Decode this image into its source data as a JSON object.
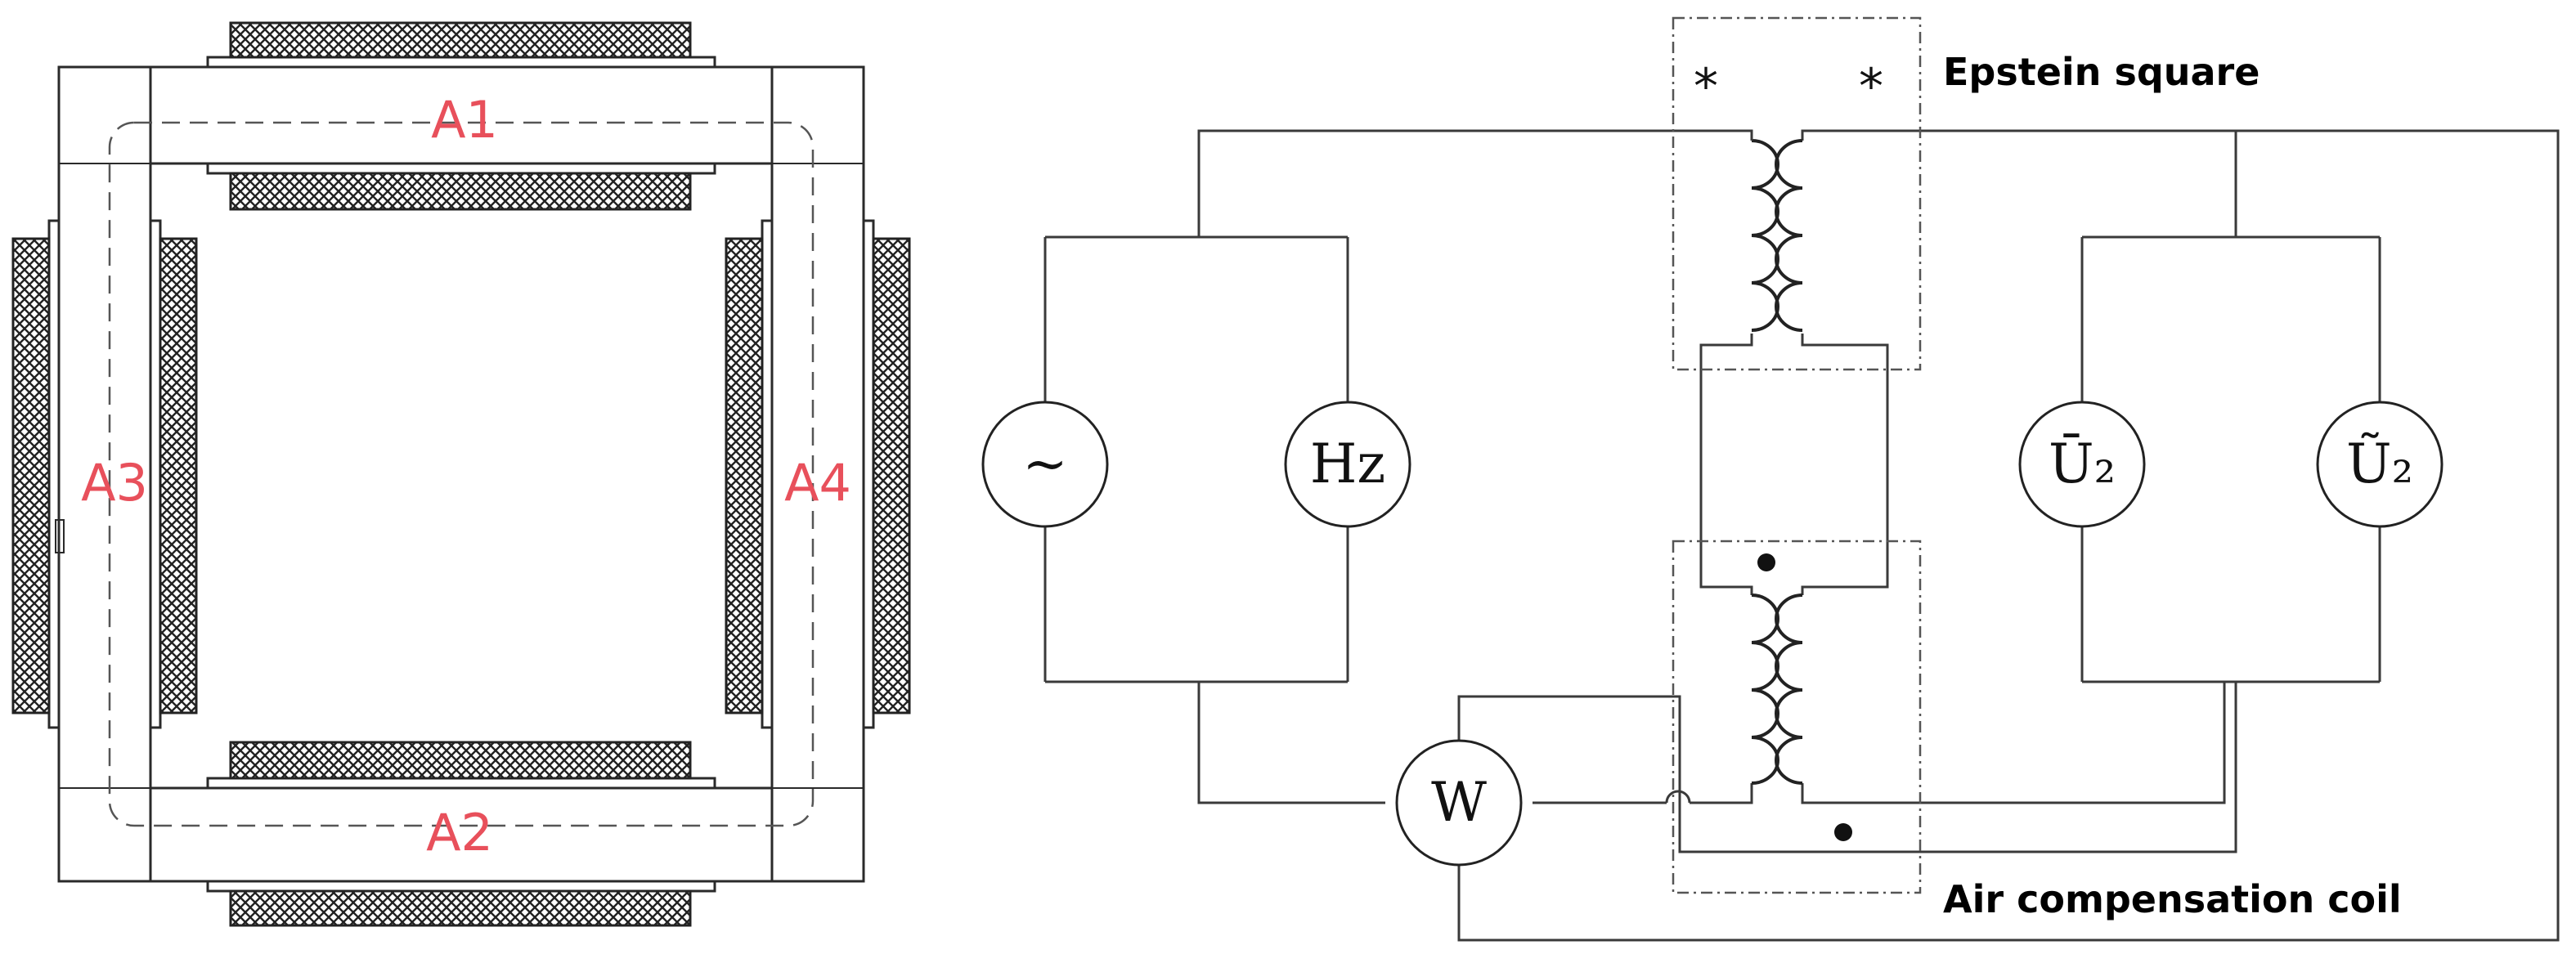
{
  "epstein_frame": {
    "strips": [
      {
        "id": "A1",
        "label": "A1"
      },
      {
        "id": "A2",
        "label": "A2"
      },
      {
        "id": "A3",
        "label": "A3"
      },
      {
        "id": "A4",
        "label": "A4"
      }
    ]
  },
  "circuit": {
    "source_symbol": "~",
    "meters": {
      "frequency": "Hz",
      "wattmeter": "W",
      "avg_voltage": "Ū₂",
      "rms_voltage": "Ũ₂"
    },
    "polarity_star": "*",
    "captions": {
      "epstein_square": "Epstein square",
      "air_coil": "Air compensation coil"
    }
  }
}
